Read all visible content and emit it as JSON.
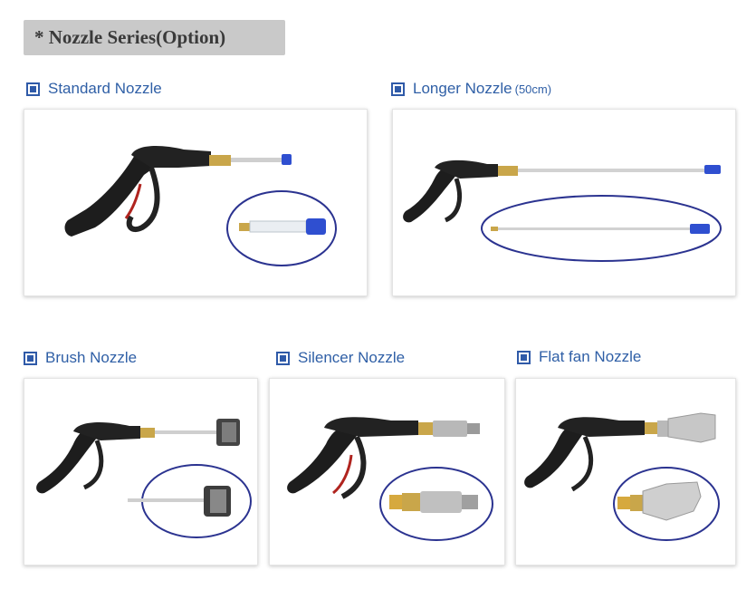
{
  "header": {
    "title": "* Nozzle Series(Option)"
  },
  "products": [
    {
      "name": "Standard Nozzle",
      "icon": "square-bullet-icon"
    },
    {
      "name": "Longer Nozzle",
      "note": "(50cm)",
      "icon": "square-bullet-icon"
    },
    {
      "name": "Brush Nozzle",
      "icon": "square-bullet-icon"
    },
    {
      "name": "Silencer Nozzle",
      "icon": "square-bullet-icon"
    },
    {
      "name": "Flat fan Nozzle",
      "icon": "square-bullet-icon"
    }
  ],
  "colors": {
    "label_blue": "#2f5fa6",
    "header_bg": "#c9c9c9",
    "ellipse_stroke": "#2b3390",
    "nozzle_tip_blue": "#2f4fd0",
    "brass": "#c9a64a"
  }
}
